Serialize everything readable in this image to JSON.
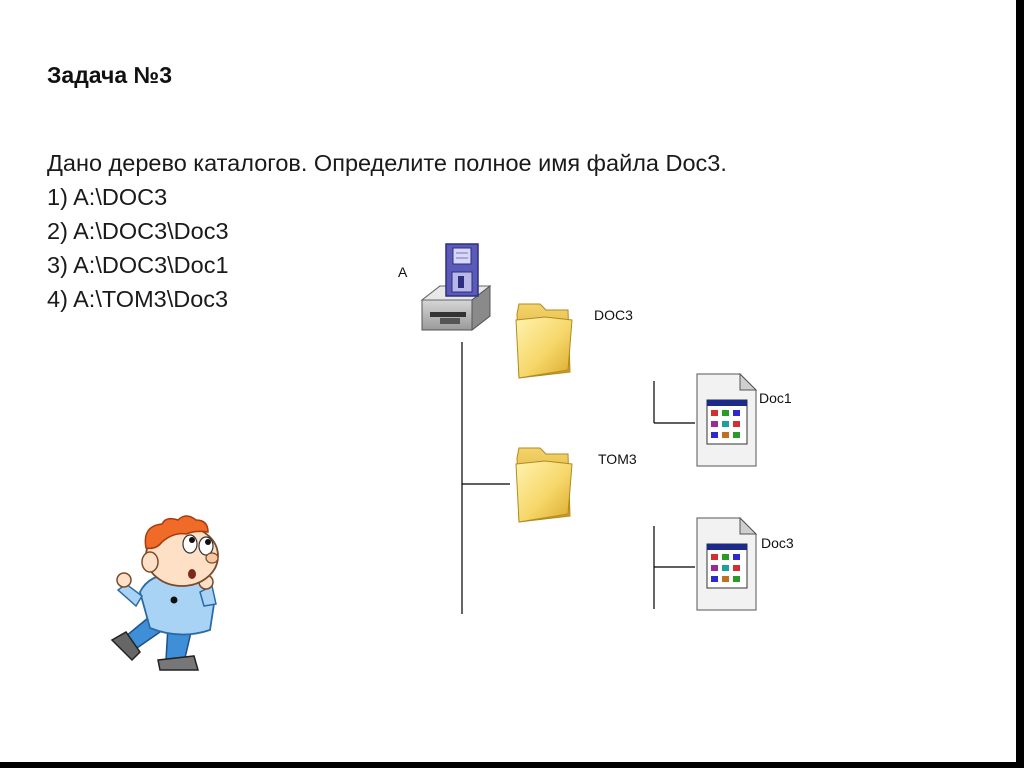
{
  "slide": {
    "title": "Задача №3",
    "question": "Дано дерево каталогов. Определите полное имя файла Doc3.",
    "options": [
      "1) A:\\DOC3",
      "2) A:\\DOC3\\Doc3",
      "3) A:\\DOC3\\Doc1",
      "4) A:\\TOM3\\Doc3"
    ]
  },
  "tree": {
    "root_label": "A",
    "folders": [
      "DOC3",
      "TOM3"
    ],
    "files": [
      "Doc1",
      "Doc3"
    ]
  },
  "icons": {
    "drive": "floppy-drive-icon",
    "folder": "folder-icon",
    "file": "document-icon",
    "character": "puzzled-boy-illustration"
  }
}
